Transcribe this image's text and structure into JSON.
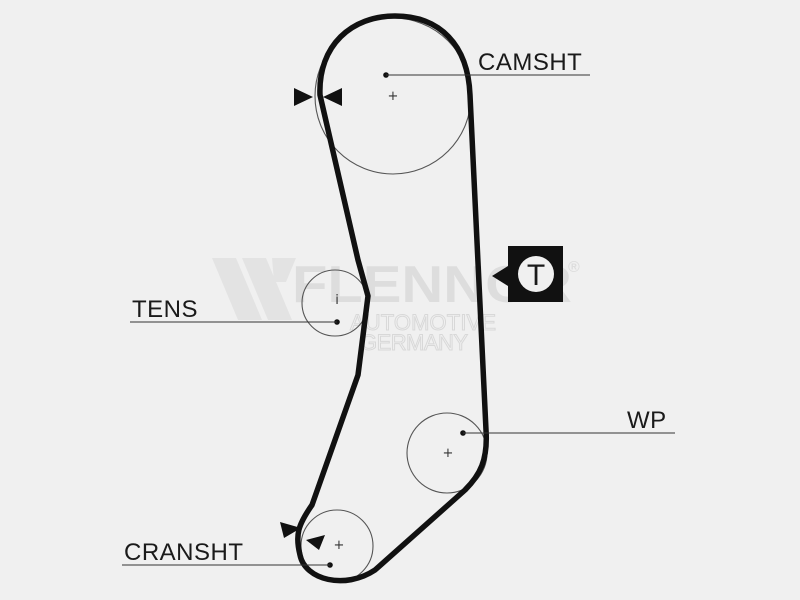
{
  "labels": {
    "camshaft": "CAMSHT",
    "tensioner": "TENS",
    "water_pump": "WP",
    "crankshaft": "CRANSHT"
  },
  "watermark": {
    "brand": "FLENNOR",
    "registered_mark": "®",
    "line1": "AUTOMOTIVE",
    "line2": "GERMANY"
  },
  "tension_symbol": {
    "letter": "T"
  },
  "center_marker": "+",
  "tensioner_marker": "i",
  "icons": {
    "timing_mark_top": "bowtie-arrow-icon",
    "timing_mark_bottom": "bowtie-arrow-icon",
    "tension_box": "tension-symbol-icon"
  },
  "colors": {
    "belt": "#111111",
    "pulley_outline": "#555555",
    "leader_line": "#333333",
    "watermark": "#dcdcdc",
    "background": "#f0f0f0"
  }
}
